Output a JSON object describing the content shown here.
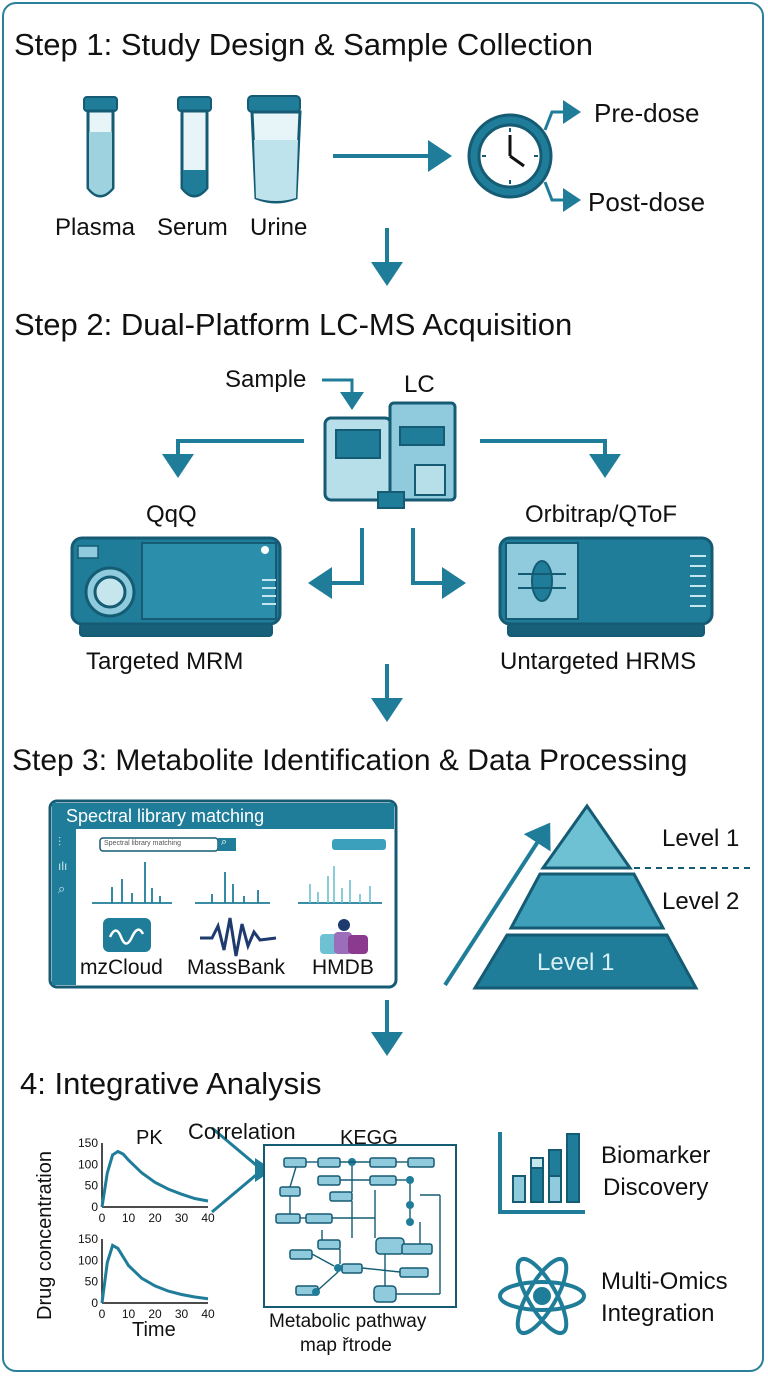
{
  "colors": {
    "primary": "#1f7d99",
    "dark": "#16607a",
    "light": "#c6e6ee",
    "mid": "#6ec0d3",
    "stroke": "#155b73"
  },
  "step1": {
    "title": "Step 1: Study Design & Sample Collection",
    "samples": [
      "Plasma",
      "Serum",
      "Urine"
    ],
    "timepoints": [
      "Pre-dose",
      "Post-dose"
    ],
    "icons": [
      "test-tube",
      "test-tube",
      "urine-cup",
      "clock"
    ]
  },
  "step2": {
    "title": "Step 2: Dual-Platform LC-MS Acquisition",
    "sample_label": "Sample",
    "lc_label": "LC",
    "left_instrument": "QqQ",
    "right_instrument": "Orbitrap/QToF",
    "left_mode": "Targeted MRM",
    "right_mode": "Untargeted HRMS"
  },
  "step3": {
    "title": "Step 3: Metabolite Identification & Data Processing",
    "window_title": "Spectral library matching",
    "search_placeholder": "Spectral library matching",
    "libraries": [
      "mzCloud",
      "MassBank",
      "HMDB"
    ],
    "levels": [
      "Level 1",
      "Level 2",
      "Level 1"
    ]
  },
  "step4": {
    "title": "4: Integrative Analysis",
    "pk_label": "PK",
    "correlation_label": "Correlation",
    "kegg_label": "KEGG",
    "y_axis_label": "Drug concentration",
    "x_axis_label": "Time",
    "y_ticks": [
      "150",
      "100",
      "50",
      "0"
    ],
    "x_ticks": [
      "0",
      "10",
      "20",
      "30",
      "40"
    ],
    "pathway_caption_1": "Metabolic pathway",
    "pathway_caption_2": "map řtrode",
    "biomarker_1": "Biomarker",
    "biomarker_2": "Discovery",
    "multiomics_1": "Multi-Omics",
    "multiomics_2": "Integration"
  },
  "chart_data": [
    {
      "type": "line",
      "title": "PK",
      "xlabel": "Time",
      "ylabel": "Drug concentration",
      "xlim": [
        0,
        40
      ],
      "ylim": [
        0,
        150
      ],
      "series": [
        {
          "x": [
            0,
            2,
            4,
            6,
            8,
            10,
            15,
            20,
            25,
            30,
            35,
            40
          ],
          "values": [
            0,
            80,
            122,
            130,
            124,
            110,
            80,
            58,
            42,
            30,
            20,
            14
          ]
        }
      ]
    },
    {
      "type": "line",
      "xlabel": "Time",
      "ylabel": "Drug concentration",
      "xlim": [
        0,
        40
      ],
      "ylim": [
        0,
        150
      ],
      "series": [
        {
          "x": [
            0,
            2,
            4,
            6,
            8,
            10,
            15,
            20,
            25,
            30,
            35,
            40
          ],
          "values": [
            0,
            95,
            135,
            128,
            108,
            88,
            58,
            40,
            28,
            20,
            14,
            10
          ]
        }
      ]
    }
  ]
}
